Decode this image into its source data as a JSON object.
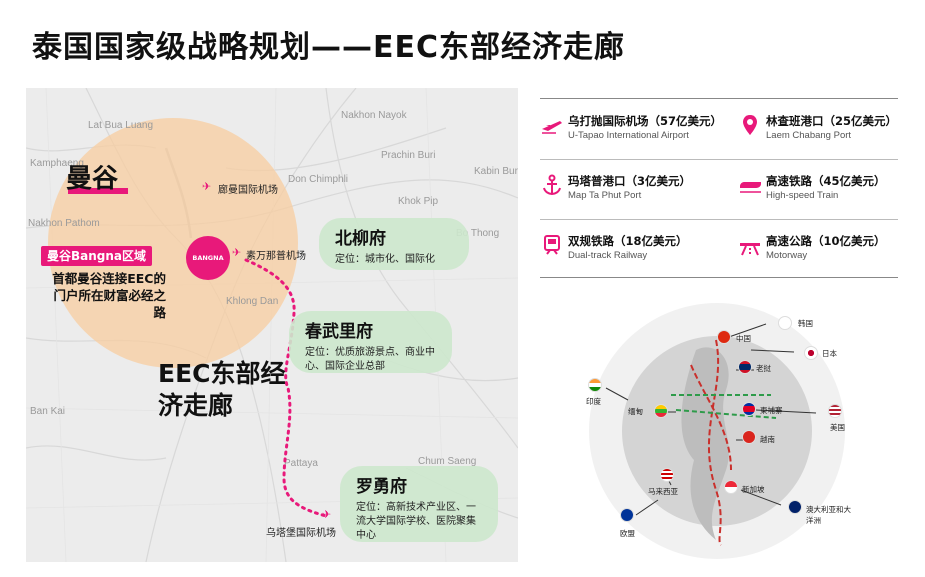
{
  "title": "泰国国家级战略规划——EEC东部经济走廊",
  "map": {
    "place_names": [
      "Lat Bua Luang",
      "Nakhon Nayok",
      "Kamphaeng",
      "Prachin Buri",
      "Kabin Buri",
      "Don Chimphli",
      "Nakhon Pathom",
      "Khok Pip",
      "Bo Thong",
      "Khlong Dan",
      "Ban Kai",
      "Chum Saeng",
      "Pattaya"
    ],
    "bangkok_label": "曼谷",
    "bangna_tag": "曼谷Bangna区域",
    "bangna_desc": "首都曼谷连接EEC的门户所在财富必经之路",
    "bangna_dot": "BANGNA",
    "airport_don_mueang": "廊曼国际机场",
    "airport_suvarnabhumi": "素万那普机场",
    "airport_utapao": "乌塔堡国际机场",
    "eec_label": "EEC东部经济走廊",
    "cities": [
      {
        "name": "北柳府",
        "desc": "定位：城市化、国际化"
      },
      {
        "name": "春武里府",
        "desc": "定位：优质旅游景点、商业中心、国际企业总部"
      },
      {
        "name": "罗勇府",
        "desc": "定位：高新技术产业区、一流大学国际学校、医院聚集中心"
      }
    ]
  },
  "legend": [
    {
      "icon": "airplane-icon",
      "main": "乌打抛国际机场（57亿美元）",
      "sub": "U-Tapao International Airport"
    },
    {
      "icon": "location-pin-icon",
      "main": "林查班港口（25亿美元）",
      "sub": "Laem Chabang Port"
    },
    {
      "icon": "anchor-icon",
      "main": "玛塔普港口（3亿美元）",
      "sub": "Map Ta Phut Port"
    },
    {
      "icon": "high-speed-train-icon",
      "main": "高速铁路（45亿美元）",
      "sub": "High-speed Train"
    },
    {
      "icon": "train-icon",
      "main": "双规铁路（18亿美元）",
      "sub": "Dual-track Railway"
    },
    {
      "icon": "motorway-icon",
      "main": "高速公路（10亿美元）",
      "sub": "Motorway"
    }
  ],
  "globe": {
    "countries": [
      "中国",
      "韩国",
      "日本",
      "老挝",
      "印度",
      "缅甸",
      "柬埔寨",
      "美国",
      "越南",
      "马来西亚",
      "新加坡",
      "欧盟",
      "澳大利亚和大洋洲"
    ]
  },
  "colors": {
    "accent": "#e8197a",
    "bangkok_circle": "#f8cda0",
    "city_card": "#cde8cd",
    "map_bg": "#ececec"
  }
}
